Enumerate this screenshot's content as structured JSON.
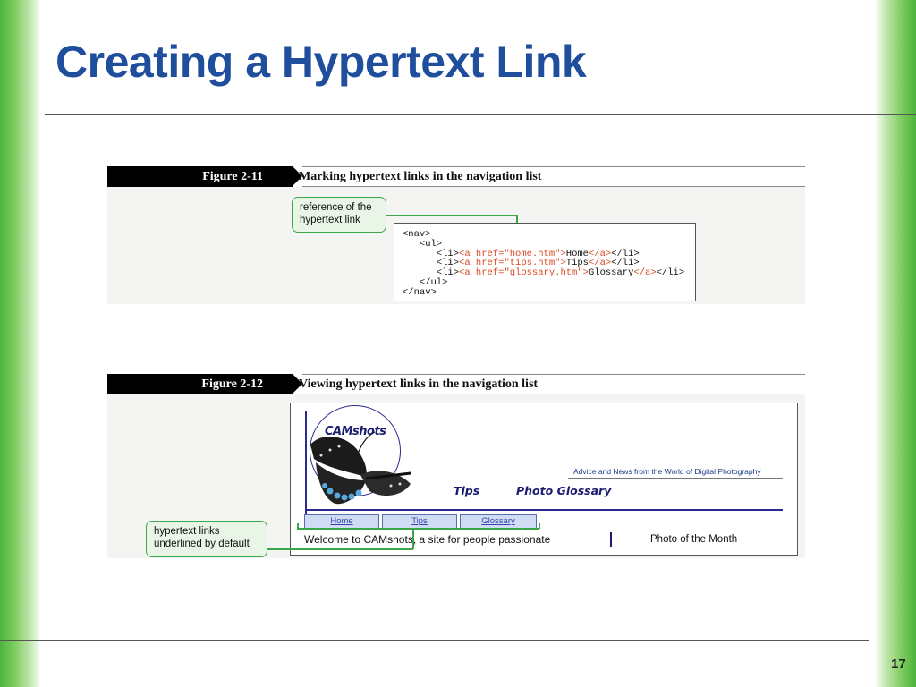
{
  "slide": {
    "title": "Creating a Hypertext Link",
    "page_number": "17"
  },
  "figure1": {
    "number": "Figure 2-11",
    "caption": "Marking hypertext links in the navigation list",
    "callout": "reference of the hypertext link",
    "code": {
      "nav_open": "<nav>",
      "ul_open": "<ul>",
      "li_open": "<li>",
      "li_close": "</li>",
      "a_close": "</a>",
      "href1": "<a href=\"home.htm\">",
      "text1": "Home",
      "href2": "<a href=\"tips.htm\">",
      "text2": "Tips",
      "href3": "<a href=\"glossary.htm\">",
      "text3": "Glossary",
      "ul_close": "</ul>",
      "nav_close": "</nav>"
    }
  },
  "figure2": {
    "number": "Figure 2-12",
    "caption": "Viewing hypertext links in the navigation list",
    "callout": "hypertext links underlined by default",
    "website": {
      "logo": "CAMshots",
      "tagline": "Advice and News from the World of Digital Photography",
      "nav_tips": "Tips",
      "nav_glossary": "Photo Glossary",
      "tabs": [
        "Home",
        "Tips",
        "Glossary"
      ],
      "welcome": "Welcome to CAMshots, a site for people passionate",
      "photo_of_month": "Photo of the Month"
    }
  },
  "colors": {
    "title": "#1f4e9c",
    "accent_green": "#3aa84a",
    "code_highlight": "#d9471f"
  }
}
